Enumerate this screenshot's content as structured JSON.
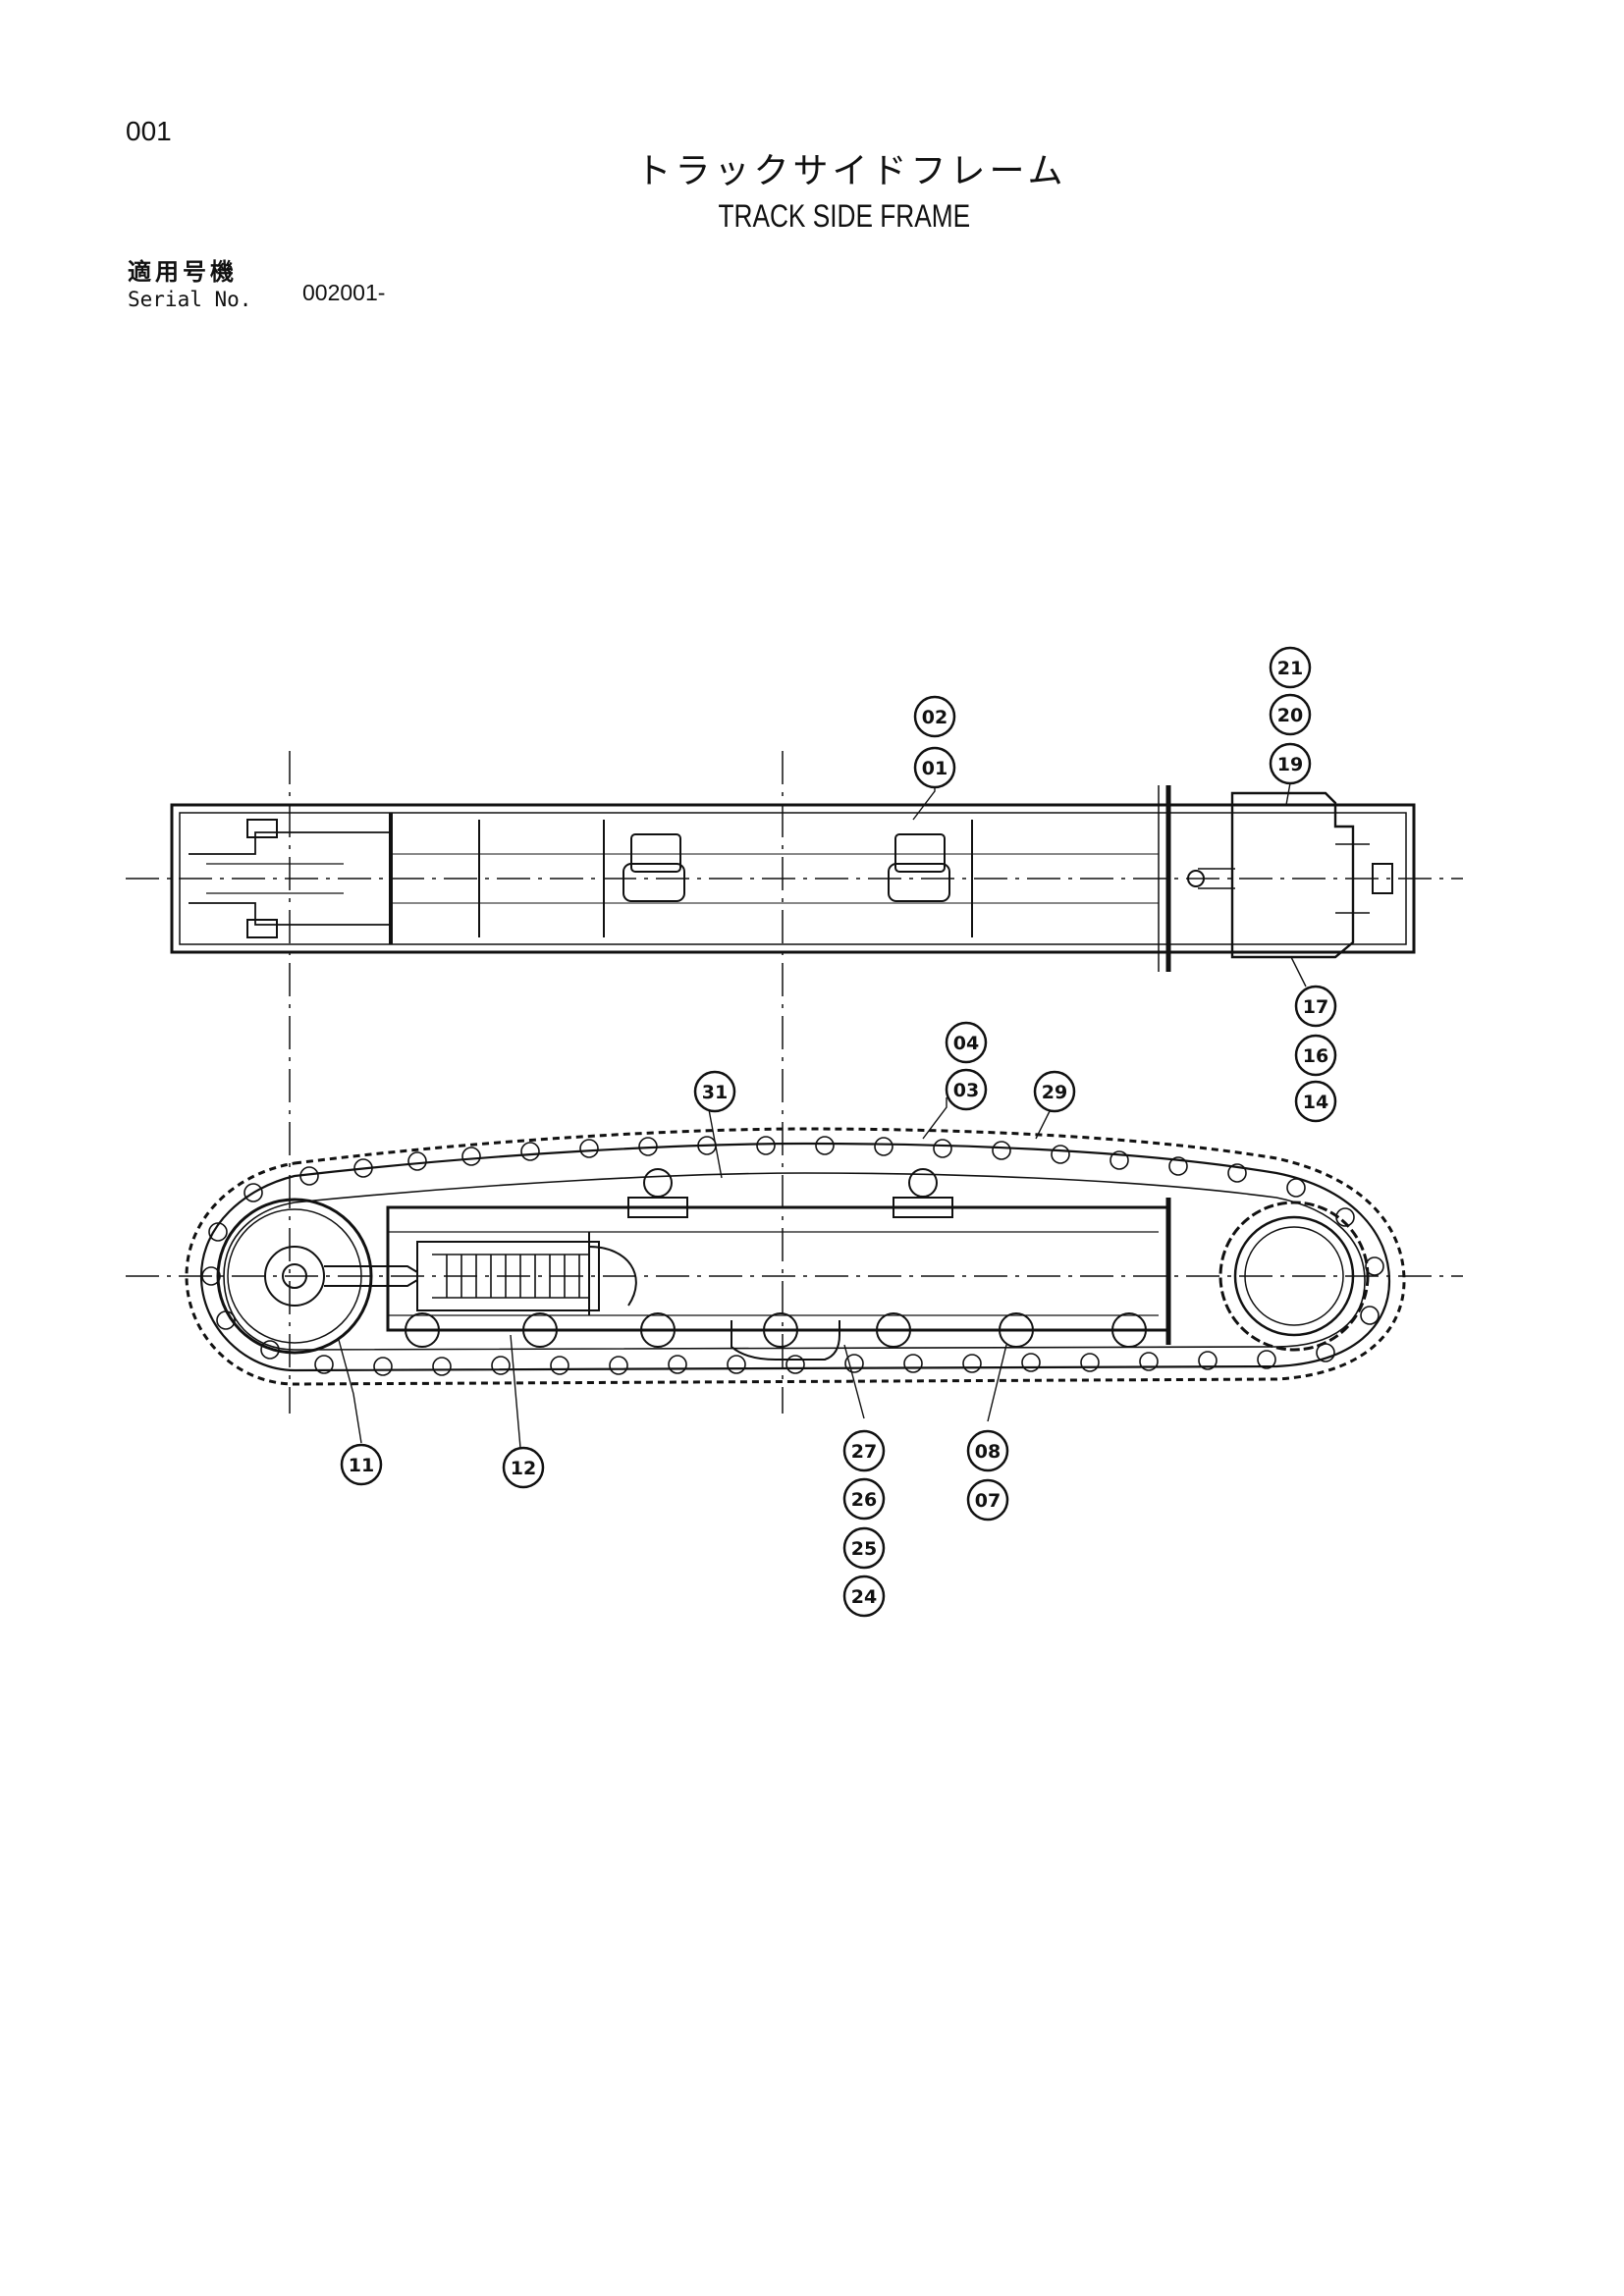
{
  "header": {
    "page_number": "001",
    "title_jp": "トラックサイドフレーム",
    "title_en": "TRACK SIDE FRAME",
    "serial_label_jp": "適用号機",
    "serial_label_en": "Serial No.",
    "serial_value": "002001-"
  },
  "callouts": [
    {
      "id": "c21",
      "label": "21"
    },
    {
      "id": "c20",
      "label": "20"
    },
    {
      "id": "c19",
      "label": "19"
    },
    {
      "id": "c02",
      "label": "02"
    },
    {
      "id": "c01",
      "label": "01"
    },
    {
      "id": "c17",
      "label": "17"
    },
    {
      "id": "c16",
      "label": "16"
    },
    {
      "id": "c14",
      "label": "14"
    },
    {
      "id": "c04",
      "label": "04"
    },
    {
      "id": "c03",
      "label": "03"
    },
    {
      "id": "c31",
      "label": "31"
    },
    {
      "id": "c29",
      "label": "29"
    },
    {
      "id": "c11",
      "label": "11"
    },
    {
      "id": "c12",
      "label": "12"
    },
    {
      "id": "c27",
      "label": "27"
    },
    {
      "id": "c26",
      "label": "26"
    },
    {
      "id": "c25",
      "label": "25"
    },
    {
      "id": "c24",
      "label": "24"
    },
    {
      "id": "c08",
      "label": "08"
    },
    {
      "id": "c07",
      "label": "07"
    }
  ],
  "colors": {
    "ink": "#111111",
    "paper": "#ffffff"
  }
}
